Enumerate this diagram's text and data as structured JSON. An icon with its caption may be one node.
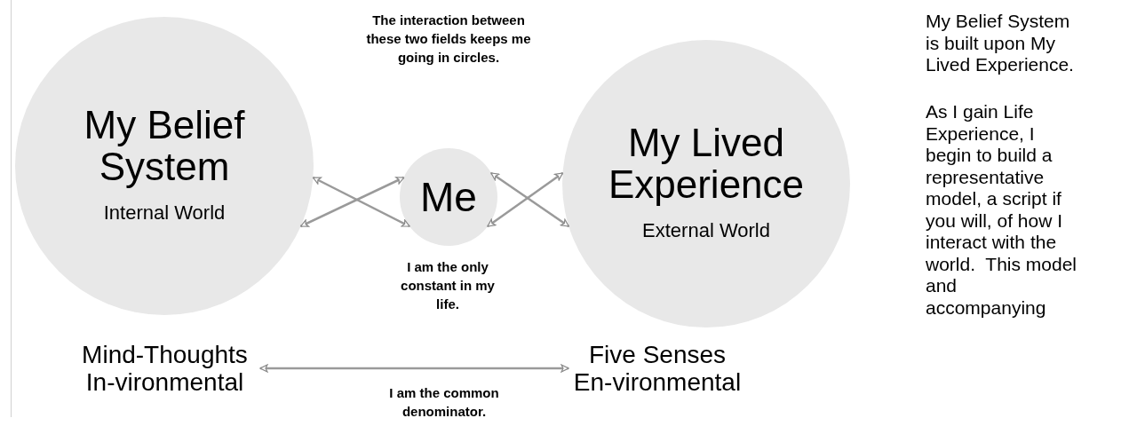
{
  "diagram": {
    "nodes": [
      {
        "text": [
          "My Belief System",
          "Internal World"
        ]
      },
      {
        "text": [
          "Me"
        ]
      },
      {
        "text": [
          "My Lived Experience",
          "External World"
        ]
      },
      {
        "text": [
          "Mind-Thoughts In-vironmental"
        ]
      },
      {
        "text": [
          "Five Senses En-vironmental"
        ]
      }
    ],
    "edges": [
      {
        "from": 0,
        "to": 1,
        "arrow": "both"
      },
      {
        "from": 0,
        "to": 1,
        "arrow": "both"
      },
      {
        "from": 1,
        "to": 2,
        "arrow": "both"
      },
      {
        "from": 1,
        "to": 2,
        "arrow": "both"
      },
      {
        "from": 3,
        "to": 4,
        "arrow": "both"
      }
    ],
    "labels": [
      "The interaction between these two fields keeps me going in circles.",
      "I am the only constant in my life.",
      "I am the common denominator.",
      "My Belief System is built upon My Lived Experience.",
      "As I gain Life Experience, I begin to build a representative model, a script if you will, of how I  interact with the world.  This model and accompanying"
    ]
  }
}
